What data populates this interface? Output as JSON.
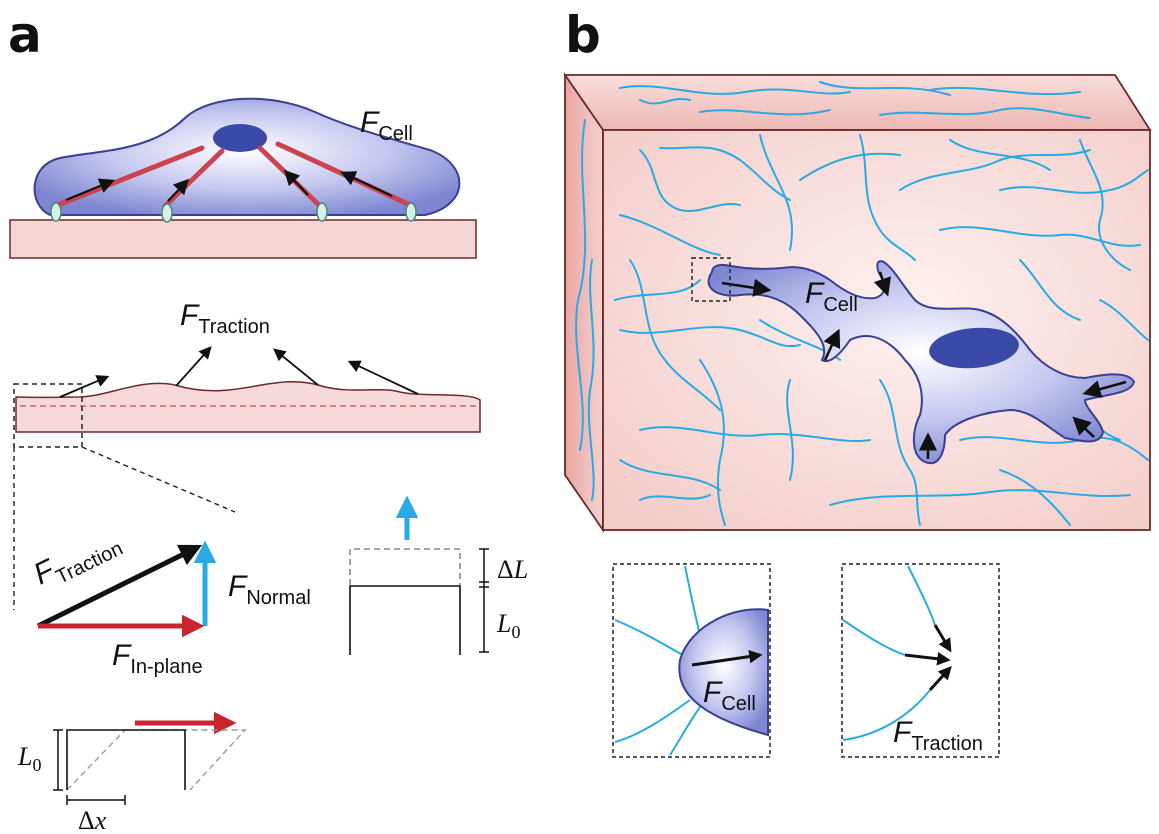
{
  "panels": {
    "a": {
      "label": "a",
      "F": "F",
      "cell_sub": "Cell",
      "traction_sub": "Traction",
      "vec_traction_sub": "Traction",
      "normal_sub": "Normal",
      "inplane_sub": "In-plane",
      "delta_L_delta": "Δ",
      "delta_L_var": "L",
      "L0_var": "L",
      "L0_sub": "0",
      "L0b_var": "L",
      "L0b_sub": "0",
      "dx_delta": "Δ",
      "dx_var": "x"
    },
    "b": {
      "label": "b",
      "F": "F",
      "cell_sub": "Cell",
      "inset_cell_sub": "Cell",
      "inset_traction_sub": "Traction"
    }
  },
  "colors": {
    "cell_fill": "#8c93d8",
    "cell_outline": "#3a3f8f",
    "nucleus": "#3b4aa6",
    "substrate": "#f3d3d3",
    "fiber": "#29aae2",
    "stress_fiber": "#c9444e",
    "inplane_arrow": "#c8252f",
    "normal_arrow": "#29aae2"
  },
  "icons": [
    "arrow-icon",
    "focal-adhesion-icon",
    "nucleus-icon",
    "fiber-icon"
  ]
}
